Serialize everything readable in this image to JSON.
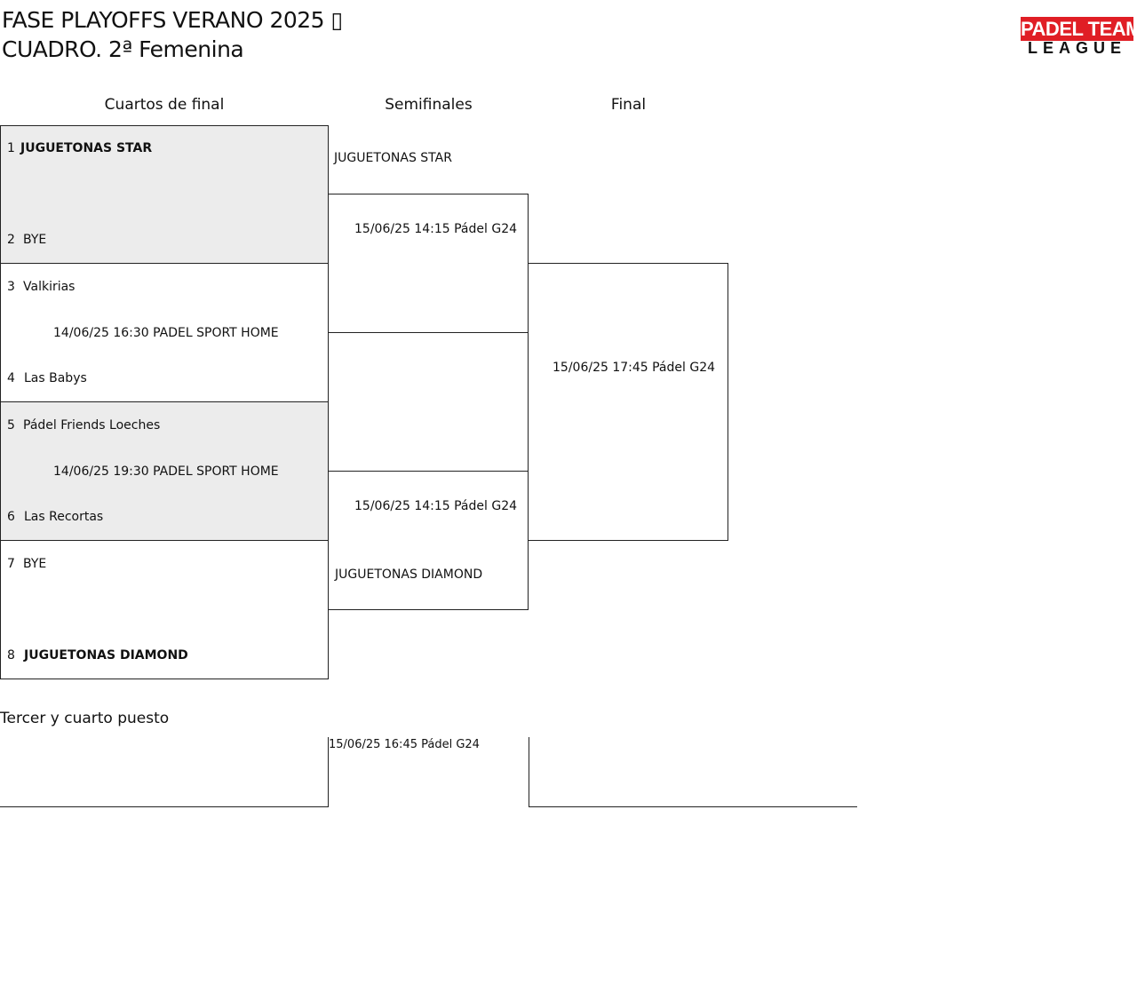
{
  "header": {
    "title_line1": "FASE PLAYOFFS VERANO 2025 ▯",
    "title_line2": "CUADRO. 2ª Femenina",
    "logo_top": "PADEL TEAM",
    "logo_bottom": "LEAGUE"
  },
  "columns": {
    "quarterfinals": "Cuartos de final",
    "semifinals": "Semifinales",
    "final": "Final"
  },
  "quarterfinals": [
    {
      "seed_a": "1",
      "team_a": "JUGUETONAS STAR",
      "match_info": "",
      "seed_b": "2",
      "team_b": "BYE"
    },
    {
      "seed_a": "3",
      "team_a": "Valkirias",
      "match_info": "14/06/25 16:30 PADEL SPORT HOME",
      "seed_b": "4",
      "team_b": "Las Babys"
    },
    {
      "seed_a": "5",
      "team_a": "Pádel Friends Loeches",
      "match_info": "14/06/25 19:30 PADEL SPORT HOME",
      "seed_b": "6",
      "team_b": "Las Recortas"
    },
    {
      "seed_a": "7",
      "team_a": "BYE",
      "match_info": "",
      "seed_b": "8",
      "team_b": "JUGUETONAS DIAMOND"
    }
  ],
  "semifinals": [
    {
      "team_top": "JUGUETONAS STAR",
      "match_info": "15/06/25 14:15 Pádel G24"
    },
    {
      "team_bottom": "JUGUETONAS DIAMOND",
      "match_info": "15/06/25 14:15 Pádel G24"
    }
  ],
  "final": {
    "match_info": "15/06/25 17:45 Pádel G24"
  },
  "third_place": {
    "title": "Tercer y cuarto puesto",
    "match_info": "15/06/25 16:45 Pádel G24"
  },
  "colors": {
    "shade": "#ececec",
    "line": "#222222",
    "logo_red": "#e01e25"
  },
  "icons": {
    "logo": "padel-team-league-logo"
  }
}
